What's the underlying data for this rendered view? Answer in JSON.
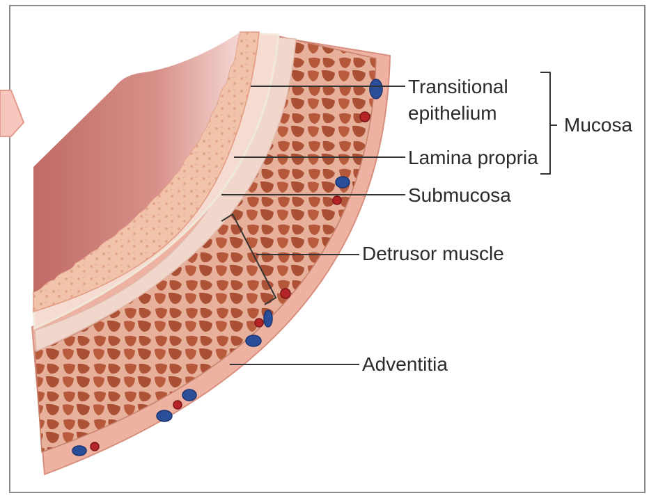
{
  "labels": {
    "transitional_line1": "Transitional",
    "transitional_line2": "epithelium",
    "mucosa": "Mucosa",
    "lamina_propria": "Lamina propria",
    "submucosa": "Submucosa",
    "detrusor_muscle": "Detrusor muscle",
    "adventitia": "Adventitia"
  },
  "colors": {
    "frame": "#8a8a8a",
    "lumen": "#c87872",
    "lumen_light": "#f2d2ce",
    "epithelium": "#f0bfa8",
    "lamina_propria": "#f6dcd0",
    "submucosa": "#f1d6cc",
    "muscle": "#b65a3a",
    "muscle_fiber": "#e9b39c",
    "adventitia": "#eeb2a2",
    "vein": "#2a4f98",
    "artery": "#b52528",
    "arrow": "#f7c6bc",
    "leader_line": "#333333"
  },
  "icons": [
    "arrow-marker",
    "vein-icon",
    "artery-icon"
  ]
}
